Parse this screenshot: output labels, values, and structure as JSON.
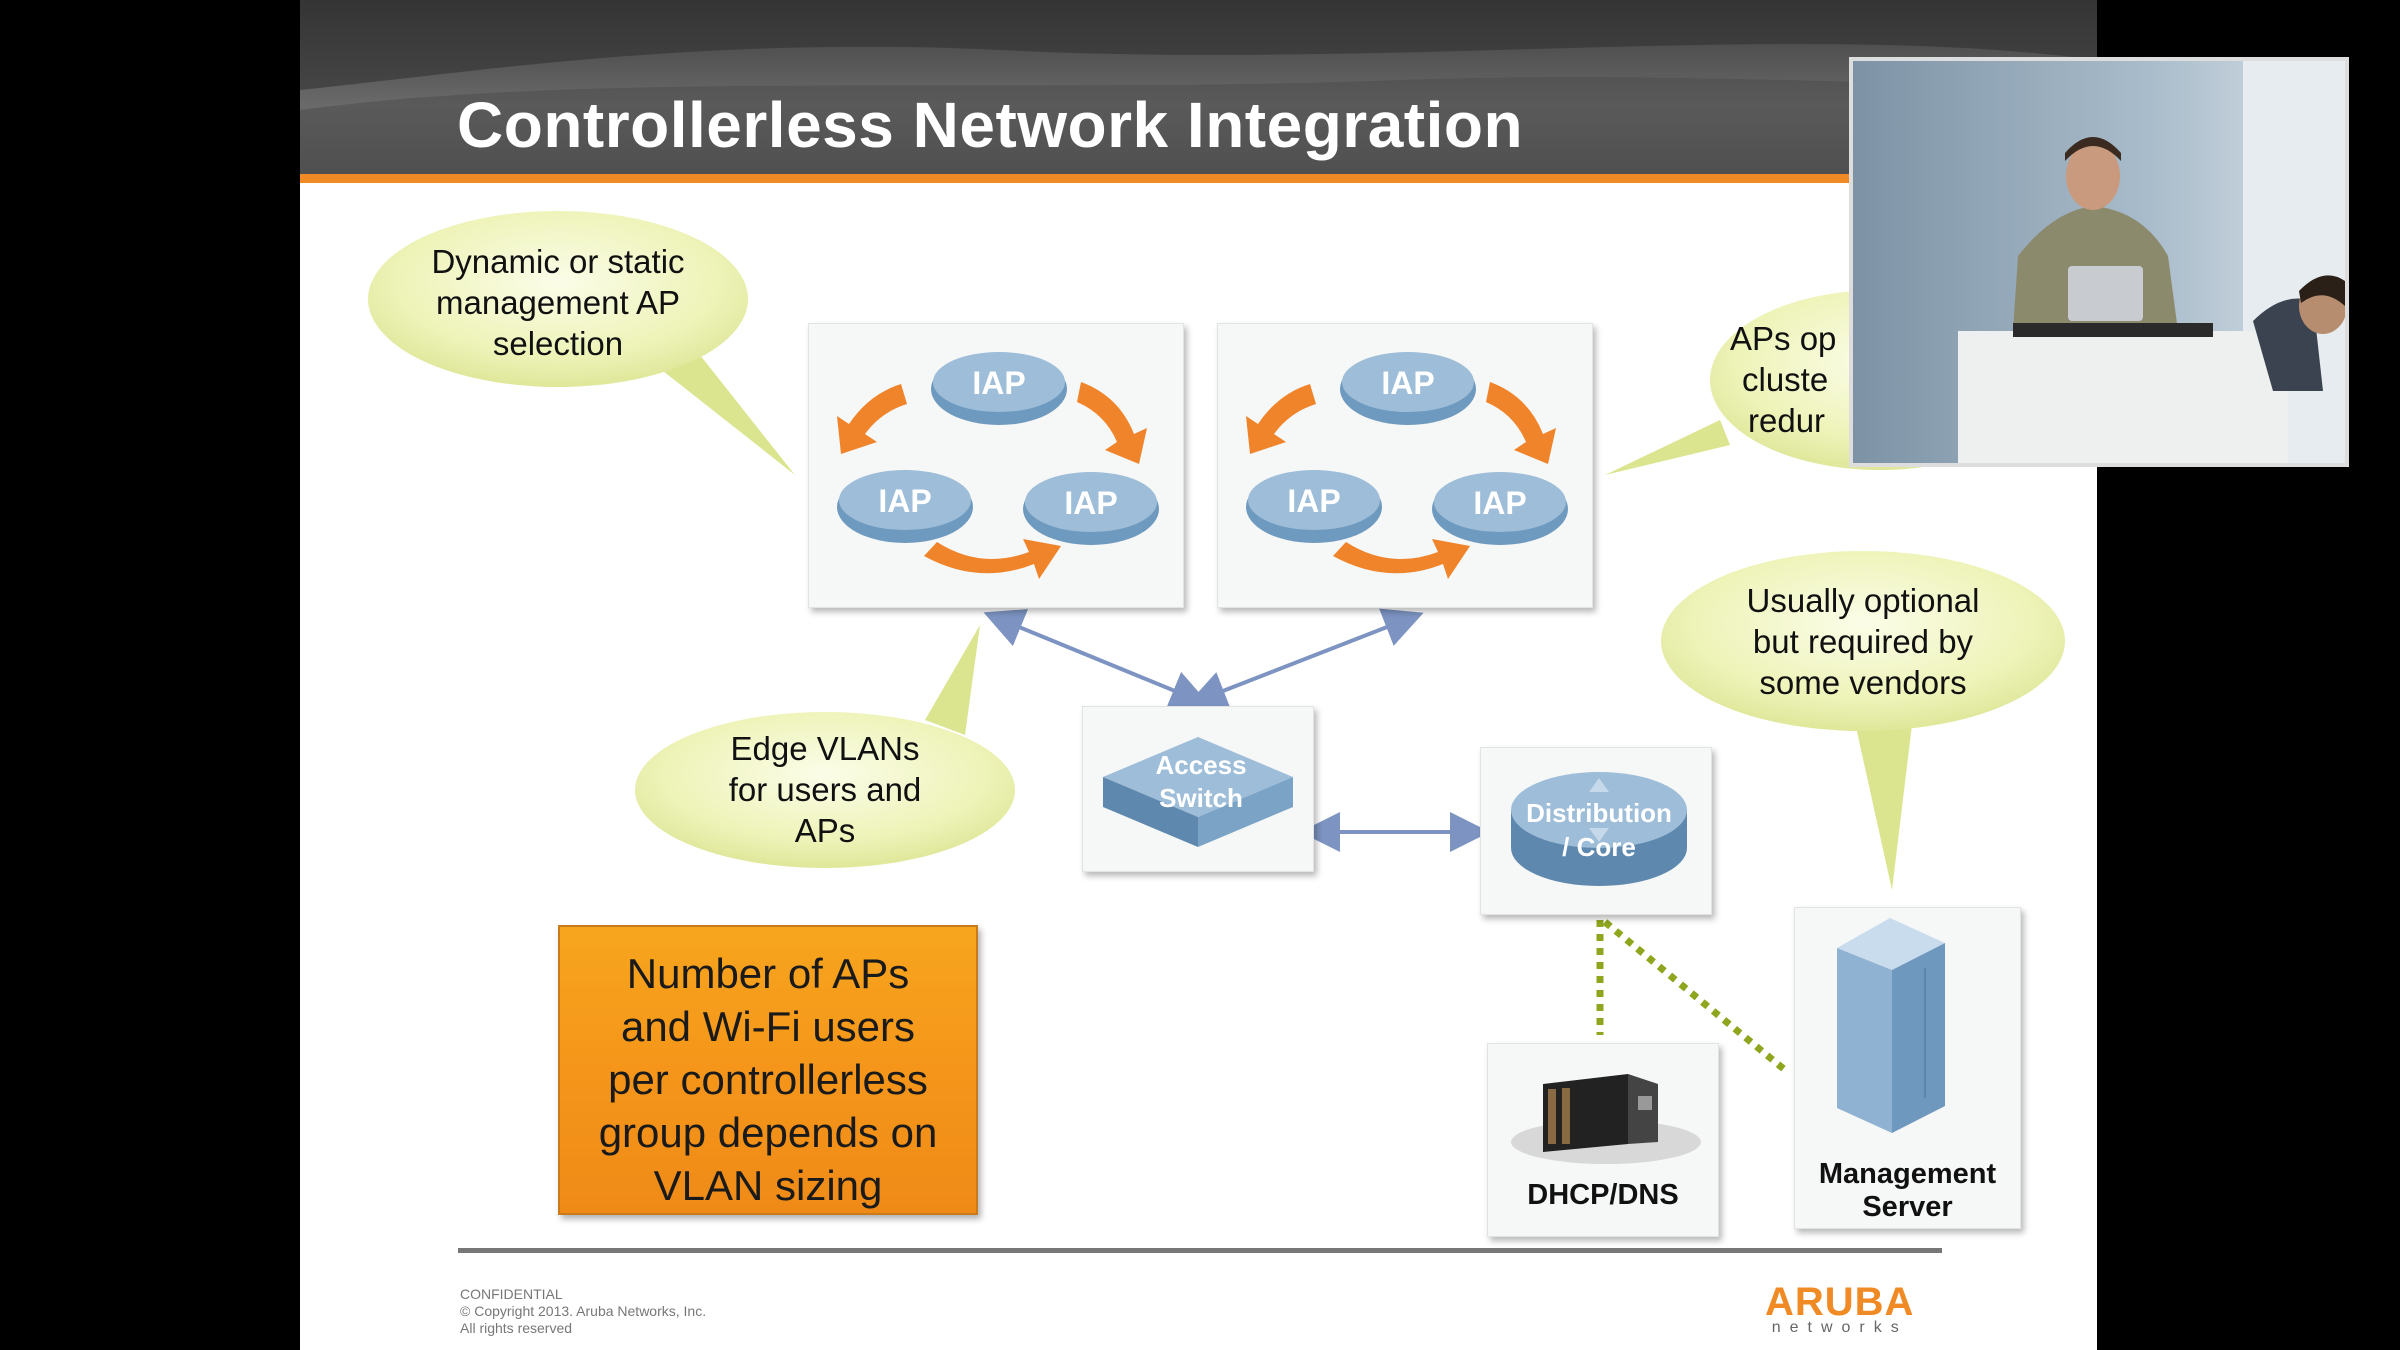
{
  "slide": {
    "title": "Controllerless Network Integration",
    "callouts": {
      "top_left": [
        "Dynamic or static",
        "management AP",
        "selection"
      ],
      "top_right": [
        "APs op",
        "cluste",
        "redur"
      ],
      "edge": [
        "Edge VLANs",
        "for users and",
        "APs"
      ],
      "optional": [
        "Usually optional",
        "but required by",
        "some vendors"
      ]
    },
    "iap_label": "IAP",
    "devices": {
      "access_switch": [
        "Access",
        "Switch"
      ],
      "distribution": [
        "Distribution",
        "/ Core"
      ],
      "dhcp": "DHCP/DNS",
      "mgmt": [
        "Management",
        "Server"
      ]
    },
    "note_box": [
      "Number of APs",
      "and Wi-Fi users",
      "per controllerless",
      "group depends on",
      "VLAN sizing"
    ],
    "footer": [
      "CONFIDENTIAL",
      "© Copyright 2013. Aruba Networks, Inc.",
      "All rights reserved"
    ],
    "logo": {
      "word": "ARUBA",
      "sub": "networks"
    }
  },
  "colors": {
    "accent": "#f08a24",
    "callout": "#f0f4bf",
    "iap_blue": "#7aa3c6",
    "link_line": "#7d94c2",
    "dotted": "#8ea61d"
  },
  "icons": [
    "iap-access-point-icon",
    "rotation-arrow-icon",
    "access-switch-icon",
    "router-icon",
    "server-rack-icon",
    "blade-server-icon"
  ]
}
